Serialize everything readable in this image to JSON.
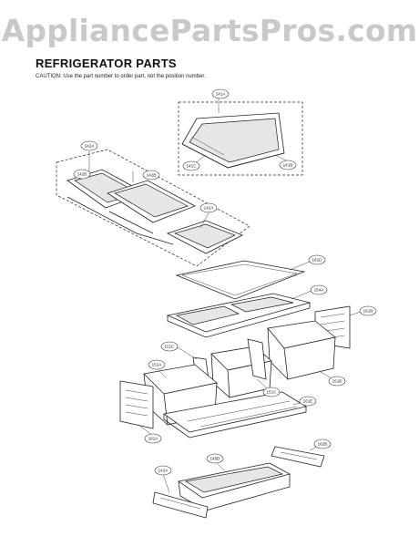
{
  "watermark": "AppliancePartsPros.com",
  "heading": "REFRIGERATOR PARTS",
  "caution": "CAUTION: Use the part number to order part, not the position number.",
  "callouts": {
    "c141A": "141A",
    "c141B": "141B",
    "c141C": "141C",
    "c142A": "142A",
    "c142B1": "142B",
    "c142B2": "142B",
    "c142A2": "142A",
    "c161D": "161D",
    "c154A": "154A",
    "c161B": "161B",
    "c151C1": "151C",
    "c151A": "151A",
    "c151C2": "151C",
    "c151B": "151B",
    "c161E": "161E",
    "c161A": "161A",
    "c162B": "162B",
    "c142A3": "142A",
    "c145D": "145D"
  }
}
